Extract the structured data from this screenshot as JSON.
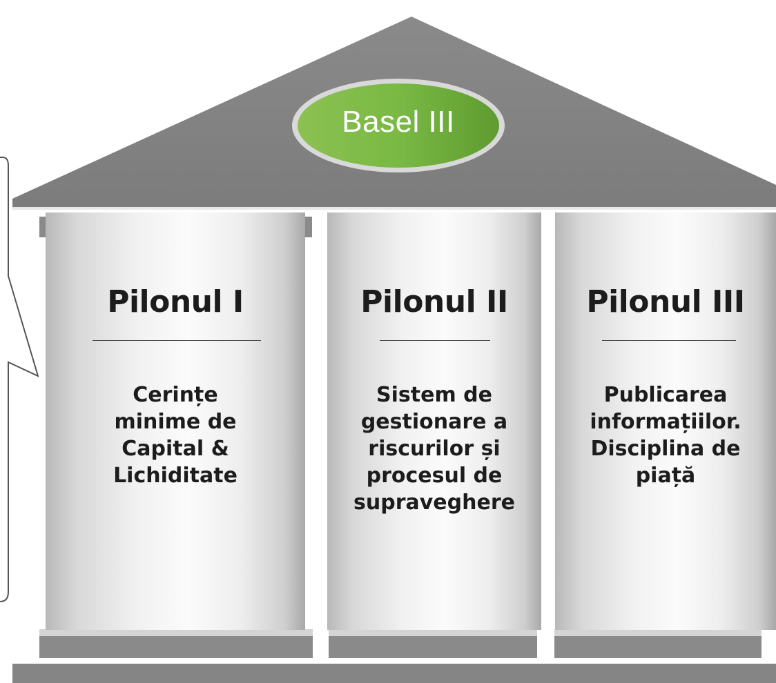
{
  "badge": {
    "label": "Basel III"
  },
  "pillars": [
    {
      "title": "Pilonul I",
      "description": [
        "Cerințe",
        "minime de",
        "Capital &",
        "Lichiditate"
      ]
    },
    {
      "title": "Pilonul II",
      "description": [
        "Sistem de",
        "gestionare a",
        "riscurilor și",
        "procesul de",
        "supraveghere"
      ]
    },
    {
      "title": "Pilonul III",
      "description": [
        "Publicarea",
        "informațiilor.",
        "Disciplina de",
        "piață"
      ]
    }
  ],
  "colors": {
    "roof": "#858585",
    "badge_green": "#6db33f",
    "base": "#888888"
  }
}
